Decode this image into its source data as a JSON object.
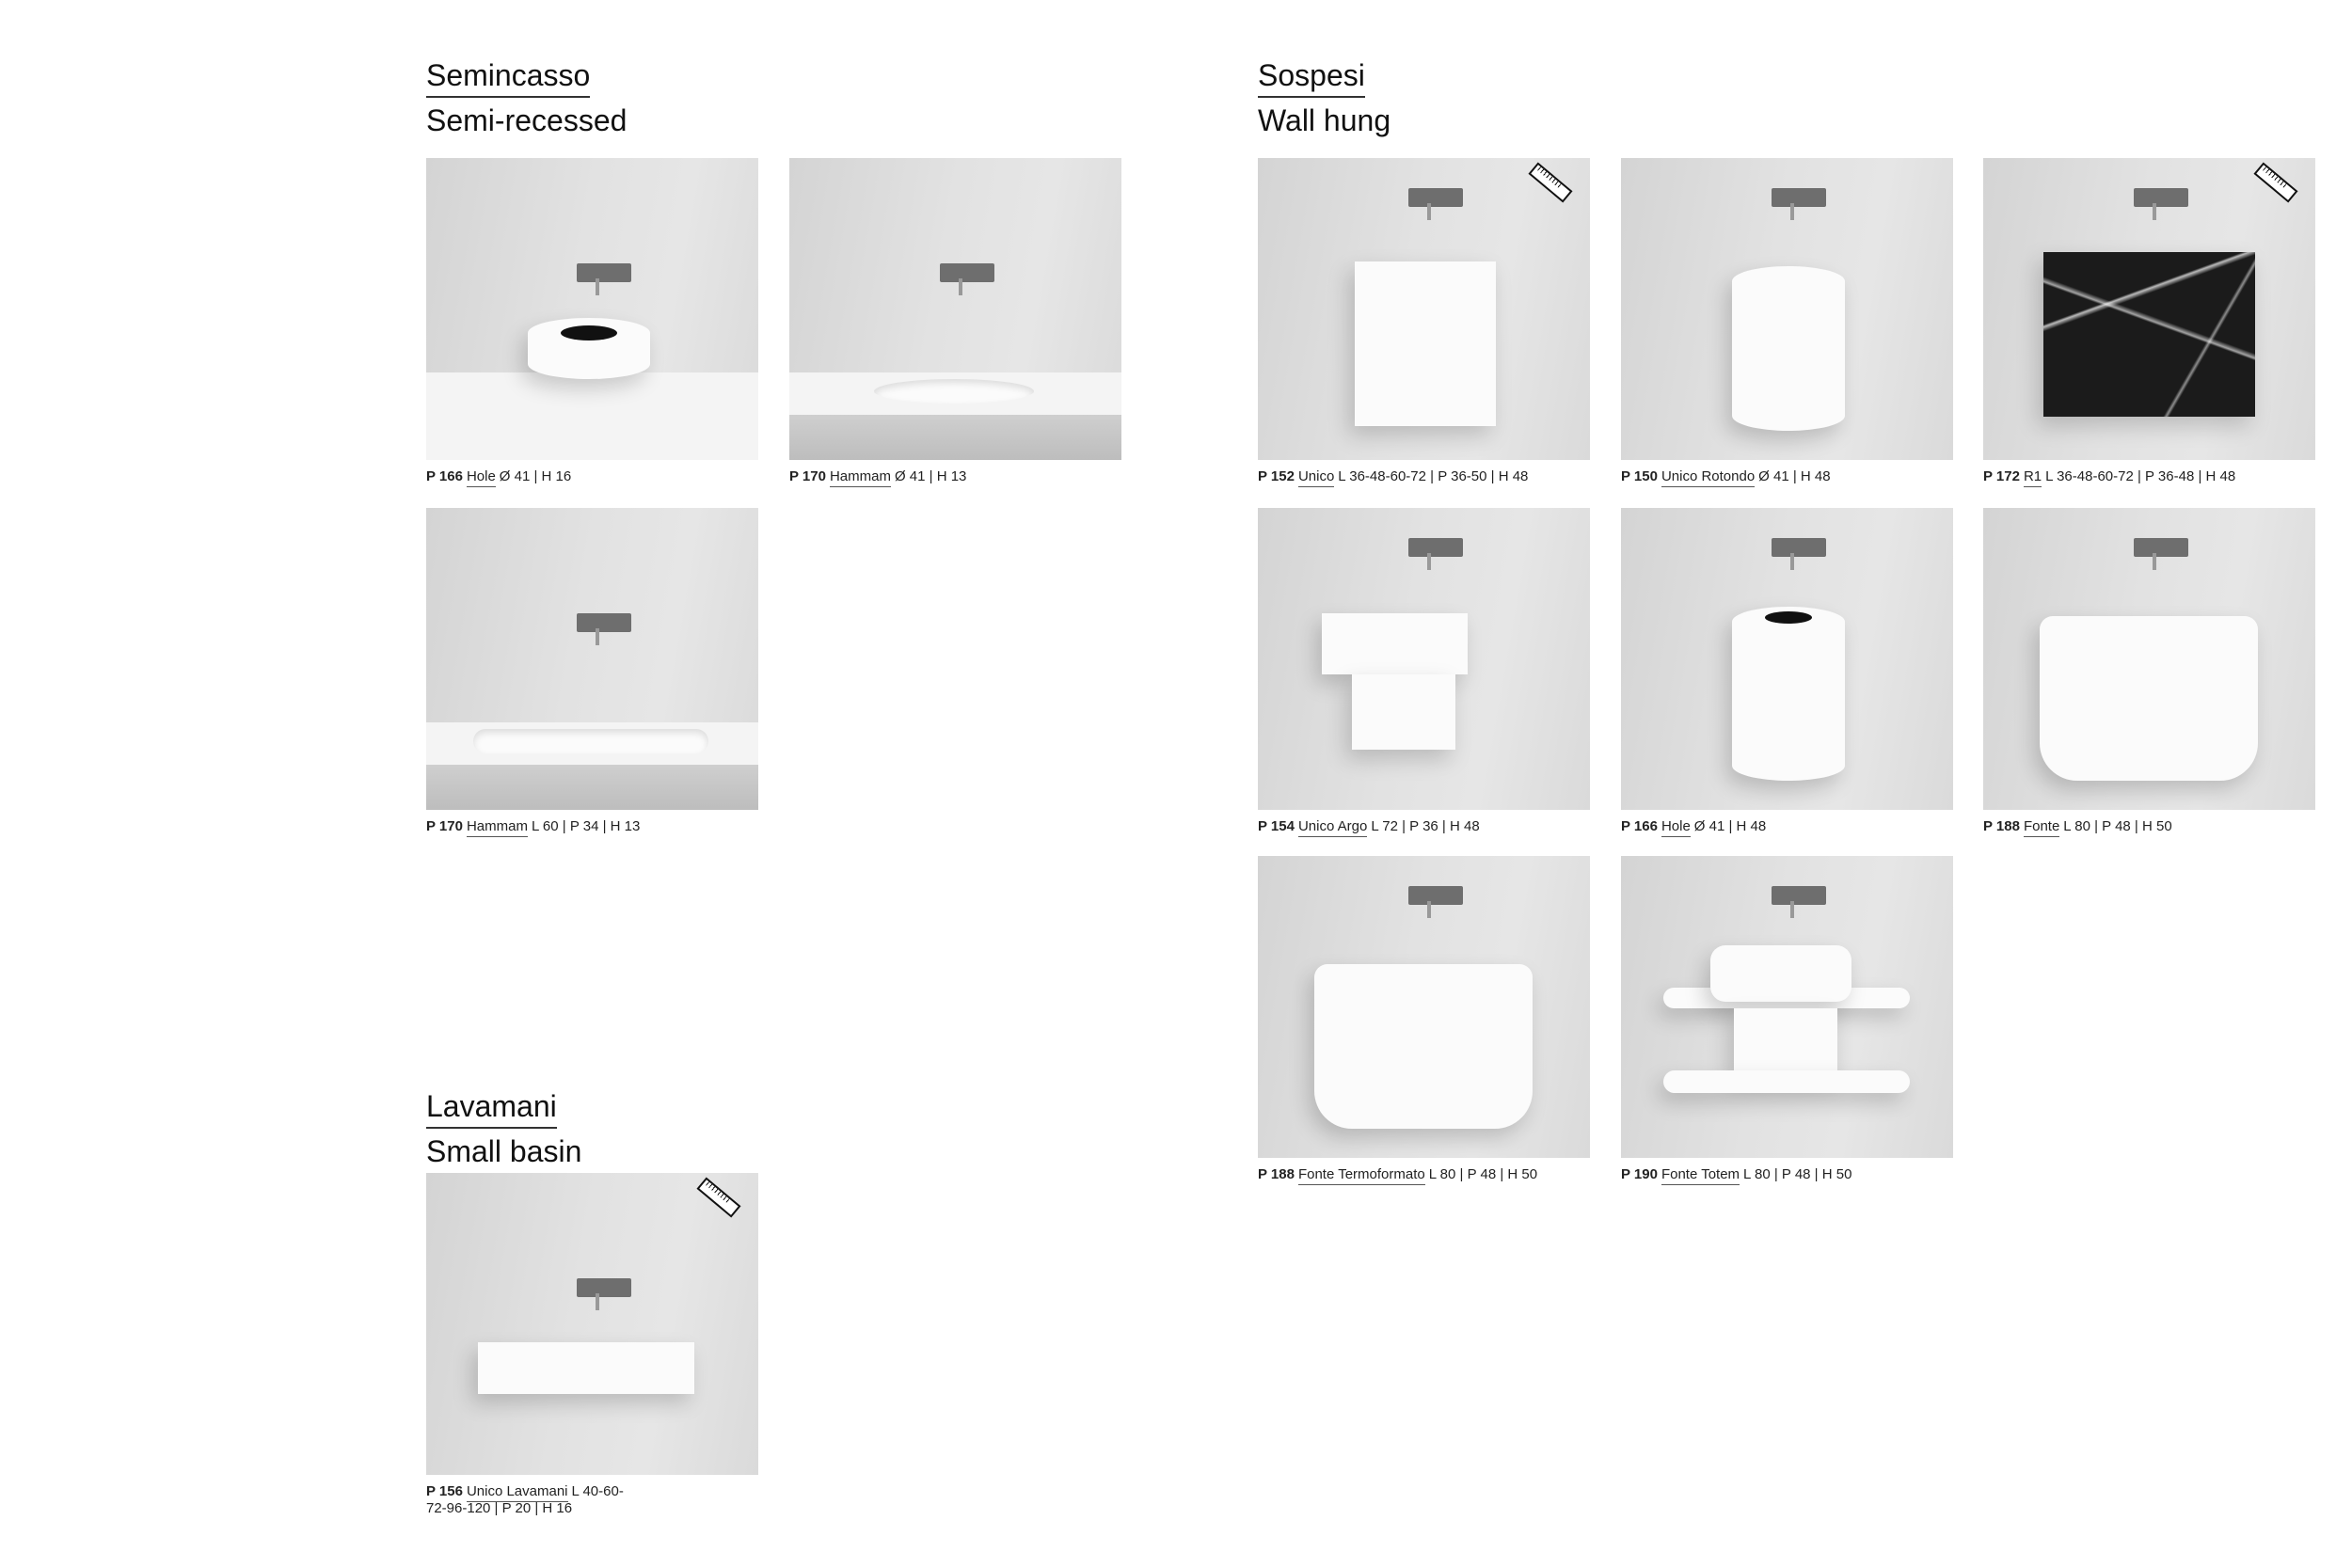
{
  "sections": {
    "semincasso": {
      "title_it": "Semincasso",
      "title_en": "Semi-recessed"
    },
    "sospesi": {
      "title_it": "Sospesi",
      "title_en": "Wall hung"
    },
    "lavamani": {
      "title_it": "Lavamani",
      "title_en": "Small basin"
    }
  },
  "products": [
    {
      "page": "P 166",
      "name": "Hole",
      "dims": "Ø 41 | H 16",
      "ruler_icon": false
    },
    {
      "page": "P 170",
      "name": "Hammam",
      "dims": "Ø 41 | H 13",
      "ruler_icon": false
    },
    {
      "page": "P 170",
      "name": "Hammam",
      "dims": "L 60 | P 34 | H 13",
      "ruler_icon": false
    },
    {
      "page": "P 152",
      "name": "Unico",
      "dims": "L 36-48-60-72 | P 36-50 | H 48",
      "ruler_icon": true
    },
    {
      "page": "P 150",
      "name": "Unico Rotondo",
      "dims": "Ø 41 | H 48",
      "ruler_icon": false
    },
    {
      "page": "P 172",
      "name": "R1",
      "dims": "L 36-48-60-72 | P 36-48 | H 48",
      "ruler_icon": true
    },
    {
      "page": "P 154",
      "name": "Unico Argo",
      "dims": "L 72 | P 36 | H 48",
      "ruler_icon": false
    },
    {
      "page": "P 166",
      "name": "Hole",
      "dims": "Ø 41 | H 48",
      "ruler_icon": false
    },
    {
      "page": "P 188",
      "name": "Fonte",
      "dims": "L 80 | P 48 | H 50",
      "ruler_icon": false
    },
    {
      "page": "P 188",
      "name": "Fonte Termoformato",
      "dims": "L 80 | P 48 | H 50",
      "ruler_icon": false
    },
    {
      "page": "P 190",
      "name": "Fonte Totem",
      "dims": "L 80 | P 48 | H 50",
      "ruler_icon": false
    },
    {
      "page": "P 156",
      "name": "Unico Lavamani",
      "dims": "L 40-60-72-96-120 | P 20 | H 16",
      "ruler_icon": true
    }
  ]
}
